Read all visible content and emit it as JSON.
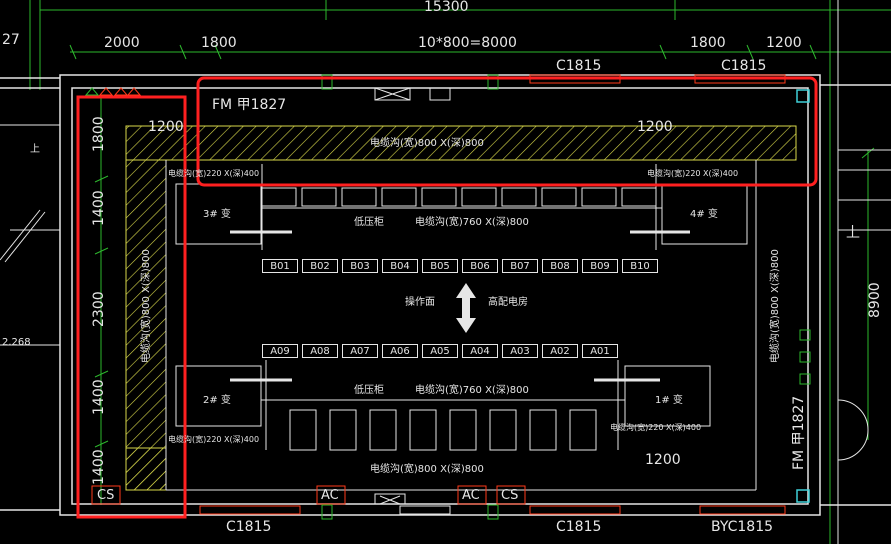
{
  "dimensions": {
    "top_total": "15300",
    "top_left_partial": "27",
    "top_segments": [
      "2000",
      "1800",
      "10*800=8000",
      "1800",
      "1200"
    ],
    "left_segments": [
      "1800",
      "1400",
      "2300",
      "1400",
      "1400"
    ],
    "right_total": "8900",
    "inner_1200_top_left": "1200",
    "inner_1200_top_right": "1200",
    "inner_1200_bottom_right": "1200",
    "left_elevation": "2.268"
  },
  "windows": {
    "top_c1815_1": "C1815",
    "top_c1815_2": "C1815",
    "bottom_c1815_1": "C1815",
    "bottom_c1815_2": "C1815",
    "bottom_byc1815": "BYC1815"
  },
  "doors": {
    "fm_top": "FM 甲1827",
    "fm_right": "FM 甲1827"
  },
  "trenches": {
    "top": "电缆沟(宽)800 X(深)800",
    "bottom": "电缆沟(宽)800 X(深)800",
    "left": "电缆沟(宽)800 X(深)800",
    "right": "电缆沟(宽)800 X(深)800",
    "upper_mid": "电缆沟(宽)760 X(深)800",
    "lower_mid": "电缆沟(宽)760 X(深)800",
    "tl_small": "电缆沟(宽)220 X(深)400",
    "tr_small": "电缆沟(宽)220 X(深)400",
    "bl_small": "电缆沟(宽)220 X(深)400",
    "br_small": "电缆沟(宽)220 X(深)400"
  },
  "transformers": {
    "t3": "3# 变",
    "t4": "4# 变",
    "t2": "2# 变",
    "t1": "1# 变"
  },
  "cabinets": {
    "low_voltage_upper": "低压柜",
    "low_voltage_lower": "低压柜"
  },
  "bus_b": [
    "B01",
    "B02",
    "B03",
    "B04",
    "B05",
    "B06",
    "B07",
    "B08",
    "B09",
    "B10"
  ],
  "bus_a": [
    "A09",
    "A08",
    "A07",
    "A06",
    "A05",
    "A04",
    "A03",
    "A02",
    "A01"
  ],
  "center": {
    "left_label": "操作面",
    "right_label": "高配电房"
  },
  "bottom_tags": {
    "cs_left": "CS",
    "ac_1": "AC",
    "ac_2": "AC",
    "cs_right": "CS"
  },
  "stair": {
    "up_left": "上",
    "up_right": "上"
  },
  "colors": {
    "wall": "#e6e6e6",
    "dim": "#2db82d",
    "highlight": "#ff2020",
    "hatch": "#d8d84a",
    "window": "#ff3a1a",
    "cyan": "#3fd0d8"
  }
}
